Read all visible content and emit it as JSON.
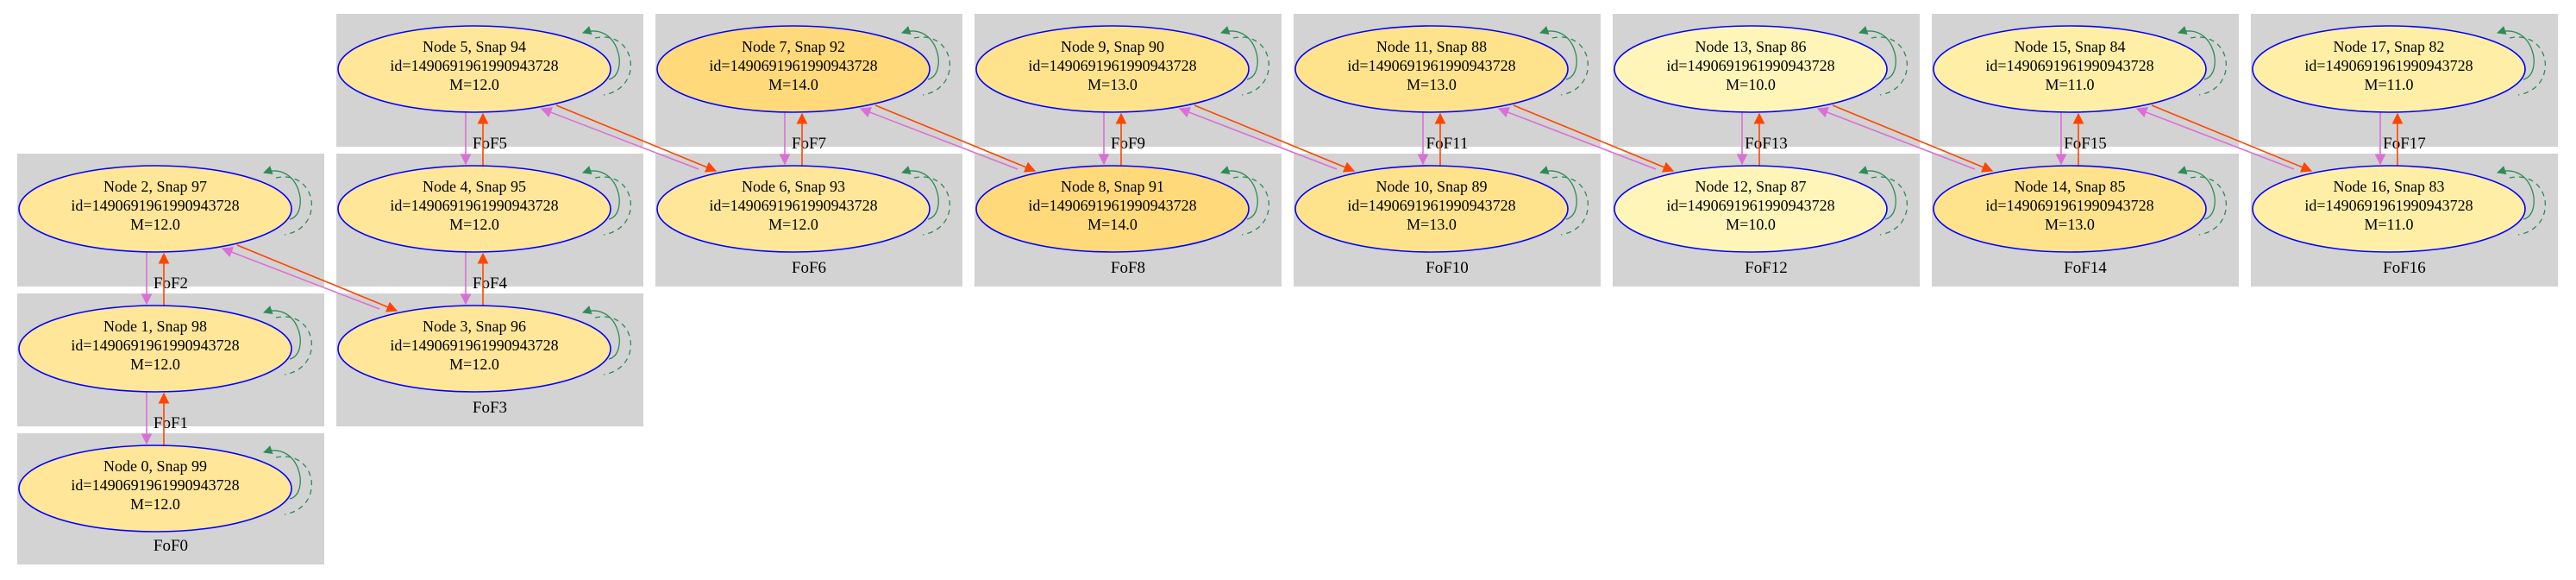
{
  "colors": {
    "cluster_fill": "#d3d3d3",
    "node_stroke": "#0000ff",
    "edge_next": "#ff4500",
    "edge_prev": "#da70d6",
    "edge_self_solid": "#2e8b57",
    "edge_self_dashed": "#2e8b57"
  },
  "clusters": [
    {
      "label": "FoF0"
    },
    {
      "label": "FoF1"
    },
    {
      "label": "FoF2"
    },
    {
      "label": "FoF3"
    },
    {
      "label": "FoF4"
    },
    {
      "label": "FoF5"
    },
    {
      "label": "FoF6"
    },
    {
      "label": "FoF7"
    },
    {
      "label": "FoF8"
    },
    {
      "label": "FoF9"
    },
    {
      "label": "FoF10"
    },
    {
      "label": "FoF11"
    },
    {
      "label": "FoF12"
    },
    {
      "label": "FoF13"
    },
    {
      "label": "FoF14"
    },
    {
      "label": "FoF15"
    },
    {
      "label": "FoF16"
    },
    {
      "label": "FoF17"
    }
  ],
  "nodes": [
    {
      "title": "Node 0, Snap 99",
      "id": "id=149069196199094372​8",
      "mass": "M=12.0",
      "fill": "#ffe699"
    },
    {
      "title": "Node 1, Snap 98",
      "id": "id=1490691961990943728",
      "mass": "M=12.0",
      "fill": "#ffe699"
    },
    {
      "title": "Node 2, Snap 97",
      "id": "id=1490691961990943728",
      "mass": "M=12.0",
      "fill": "#ffe699"
    },
    {
      "title": "Node 3, Snap 96",
      "id": "id=1490691961990943728",
      "mass": "M=12.0",
      "fill": "#ffe699"
    },
    {
      "title": "Node 4, Snap 95",
      "id": "id=1490691961990943728",
      "mass": "M=12.0",
      "fill": "#ffe699"
    },
    {
      "title": "Node 5, Snap 94",
      "id": "id=1490691961990943728",
      "mass": "M=12.0",
      "fill": "#ffe699"
    },
    {
      "title": "Node 6, Snap 93",
      "id": "id=1490691961990943728",
      "mass": "M=12.0",
      "fill": "#ffe699"
    },
    {
      "title": "Node 7, Snap 92",
      "id": "id=1490691961990943728",
      "mass": "M=14.0",
      "fill": "#ffd97a"
    },
    {
      "title": "Node 8, Snap 91",
      "id": "id=1490691961990943728",
      "mass": "M=14.0",
      "fill": "#ffd97a"
    },
    {
      "title": "Node 9, Snap 90",
      "id": "id=1490691961990943728",
      "mass": "M=13.0",
      "fill": "#ffe38c"
    },
    {
      "title": "Node 10, Snap 89",
      "id": "id=1490691961990943728",
      "mass": "M=13.0",
      "fill": "#ffe38c"
    },
    {
      "title": "Node 11, Snap 88",
      "id": "id=1490691961990943728",
      "mass": "M=13.0",
      "fill": "#ffe38c"
    },
    {
      "title": "Node 12, Snap 87",
      "id": "id=1490691961990943728",
      "mass": "M=10.0",
      "fill": "#fff5b8"
    },
    {
      "title": "Node 13, Snap 86",
      "id": "id=1490691961990943728",
      "mass": "M=10.0",
      "fill": "#fff5b8"
    },
    {
      "title": "Node 14, Snap 85",
      "id": "id=1490691961990943728",
      "mass": "M=13.0",
      "fill": "#ffe38c"
    },
    {
      "title": "Node 15, Snap 84",
      "id": "id=1490691961990943728",
      "mass": "M=11.0",
      "fill": "#ffefa6"
    },
    {
      "title": "Node 16, Snap 83",
      "id": "id=1490691961990943728",
      "mass": "M=11.0",
      "fill": "#ffefa6"
    },
    {
      "title": "Node 17, Snap 82",
      "id": "id=1490691961990943728",
      "mass": "M=11.0",
      "fill": "#ffefa6"
    }
  ]
}
